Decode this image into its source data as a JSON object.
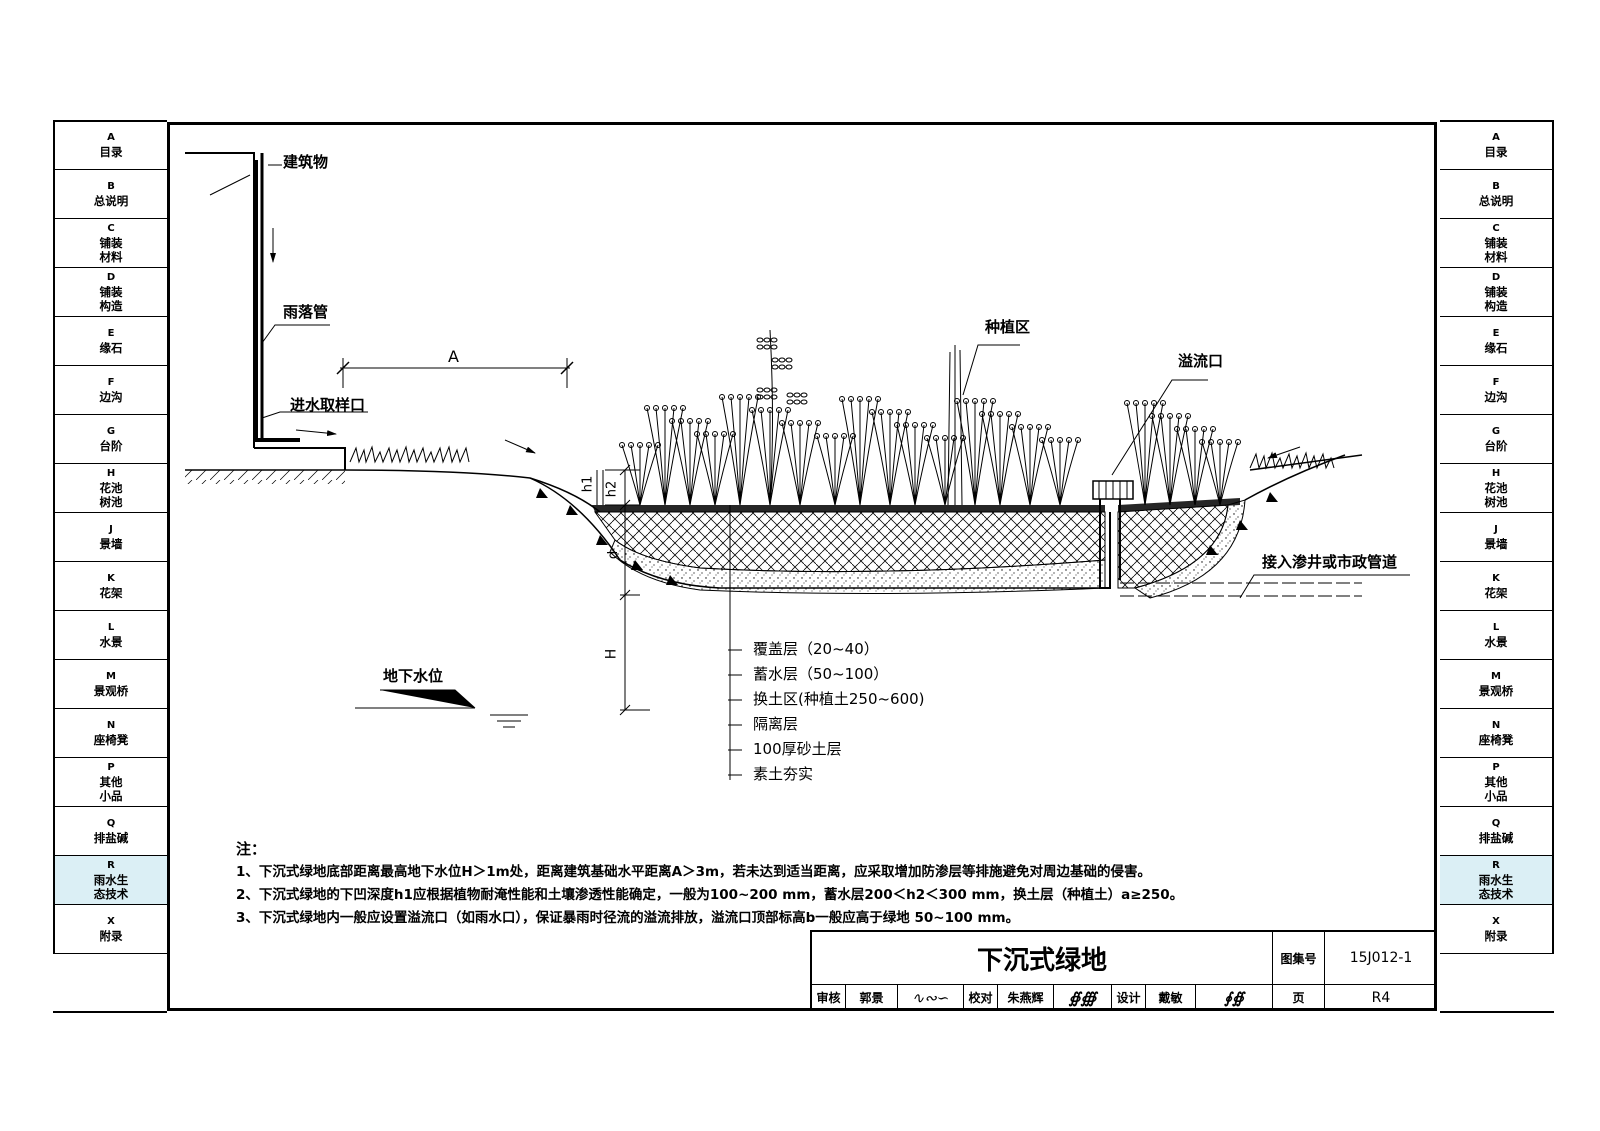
{
  "side_nav": [
    {
      "letter": "A",
      "label": "目录"
    },
    {
      "letter": "B",
      "label": "总说明"
    },
    {
      "letter": "C",
      "label": "铺装\n材料"
    },
    {
      "letter": "D",
      "label": "铺装\n构造"
    },
    {
      "letter": "E",
      "label": "缘石"
    },
    {
      "letter": "F",
      "label": "边沟"
    },
    {
      "letter": "G",
      "label": "台阶"
    },
    {
      "letter": "H",
      "label": "花池\n树池"
    },
    {
      "letter": "J",
      "label": "景墙"
    },
    {
      "letter": "K",
      "label": "花架"
    },
    {
      "letter": "L",
      "label": "水景"
    },
    {
      "letter": "M",
      "label": "景观桥"
    },
    {
      "letter": "N",
      "label": "座椅凳"
    },
    {
      "letter": "P",
      "label": "其他\n小品"
    },
    {
      "letter": "Q",
      "label": "排盐碱"
    },
    {
      "letter": "R",
      "label": "雨水生\n态技术",
      "active": true
    },
    {
      "letter": "X",
      "label": "附录"
    }
  ],
  "diagram": {
    "building": "建筑物",
    "downpipe": "雨落管",
    "inlet": "进水取样口",
    "dim_a": "A",
    "planting_zone": "种植区",
    "overflow": "溢流口",
    "connect": "接入渗井或市政管道",
    "groundwater": "地下水位",
    "dim_h1": "h1",
    "dim_h2": "h2",
    "dim_d": "d",
    "dim_H": "H",
    "layers": [
      "覆盖层（20~40）",
      "蓄水层（50~100）",
      "换土区(种植土250~600)",
      "隔离层",
      "100厚砂土层",
      "素土夯实"
    ]
  },
  "notes": {
    "heading": "注：",
    "lines": [
      "1、下沉式绿地底部距离最高地下水位H＞1m处，距离建筑基础水平距离A＞3m，若未达到适当距离，应采取增加防渗层等排施避免对周边基础的侵害。",
      "2、下沉式绿地的下凹深度h1应根据植物耐淹性能和土壤渗透性能确定，一般为100~200 mm，蓄水层200＜h2＜300 mm，换土层（种植土）a≥250。",
      "3、下沉式绿地内一般应设置溢流口（如雨水口），保证暴雨时径流的溢流排放，溢流口顶部标高b一般应高于绿地 50~100 mm。"
    ]
  },
  "title_block": {
    "title": "下沉式绿地",
    "atlas_label": "图集号",
    "atlas_no": "15J012-1",
    "review": "审核",
    "reviewer": "郭景",
    "check": "校对",
    "checker": "朱燕辉",
    "design": "设计",
    "designer": "戴敏",
    "page_label": "页",
    "page_no": "R4"
  }
}
